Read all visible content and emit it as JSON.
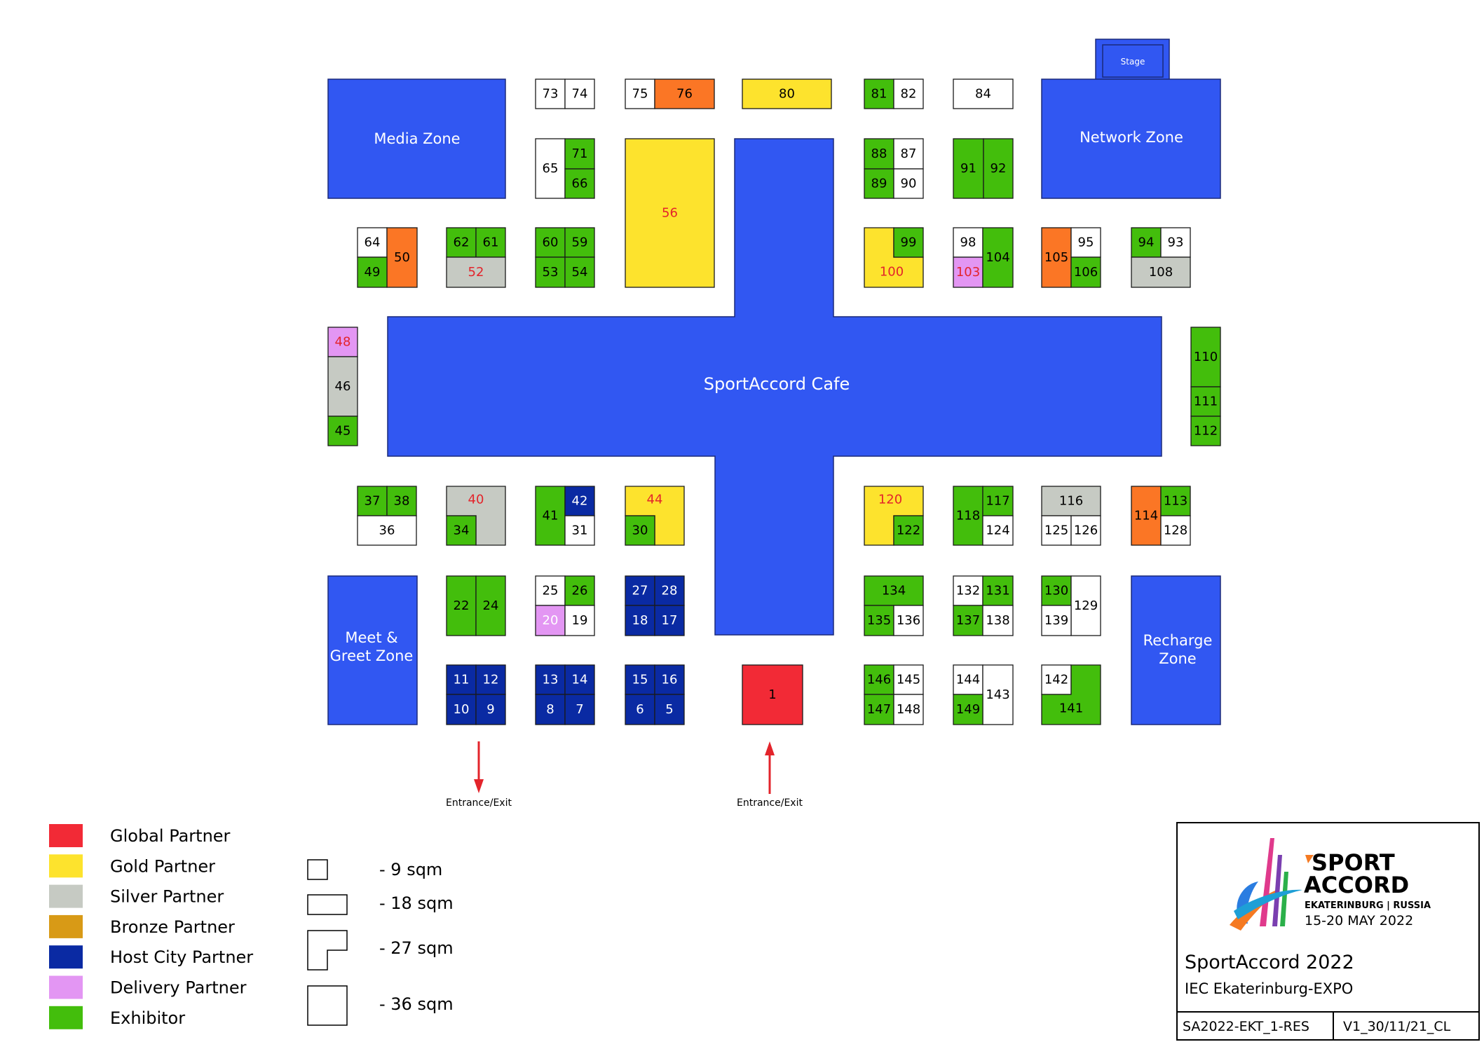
{
  "colors": {
    "global": "#f22a36",
    "gold": "#fde32d",
    "silver": "#c6cac3",
    "bronze": "#d89a16",
    "host": "#0a2aa3",
    "delivery": "#e396f3",
    "exhibitor": "#43be0c",
    "zone": "#3157f2",
    "orange": "#fb7625",
    "white": "#ffffff"
  },
  "zones": {
    "media": "Media Zone",
    "network": "Network Zone",
    "stage": "Stage",
    "cafe": "SportAccord Cafe",
    "meet_line1": "Meet &",
    "meet_line2": "Greet Zone",
    "recharge_line1": "Recharge",
    "recharge_line2": "Zone"
  },
  "entrances": [
    "Entrance/Exit",
    "Entrance/Exit"
  ],
  "legend": {
    "categories": [
      {
        "label": "Global Partner",
        "color": "#f22a36"
      },
      {
        "label": "Gold Partner",
        "color": "#fde32d"
      },
      {
        "label": "Silver Partner",
        "color": "#c6cac3"
      },
      {
        "label": "Bronze Partner",
        "color": "#d89a16"
      },
      {
        "label": "Host City Partner",
        "color": "#0a2aa3"
      },
      {
        "label": "Delivery Partner",
        "color": "#e396f3"
      },
      {
        "label": "Exhibitor",
        "color": "#43be0c"
      }
    ],
    "sizes": [
      "- 9 sqm",
      "- 18 sqm",
      "- 27 sqm",
      "- 36 sqm"
    ]
  },
  "title_block": {
    "logo": {
      "line1": "SPORT",
      "line2": "ACCORD",
      "line3": "EKATERINBURG | RUSSIA",
      "line4": "15-20  MAY  2022"
    },
    "event": "SportAccord 2022",
    "venue": "IEC Ekaterinburg-EXPO",
    "code": "SA2022-EKT_1-RES",
    "version": "V1_30/11/21_CL"
  },
  "booths": [
    {
      "n": "73",
      "c": "white"
    },
    {
      "n": "74",
      "c": "white"
    },
    {
      "n": "75",
      "c": "white"
    },
    {
      "n": "76",
      "c": "orange"
    },
    {
      "n": "80",
      "c": "gold"
    },
    {
      "n": "81",
      "c": "exhibitor"
    },
    {
      "n": "82",
      "c": "white"
    },
    {
      "n": "84",
      "c": "white"
    },
    {
      "n": "65",
      "c": "white"
    },
    {
      "n": "71",
      "c": "exhibitor"
    },
    {
      "n": "66",
      "c": "exhibitor"
    },
    {
      "n": "56",
      "c": "gold",
      "t": "red"
    },
    {
      "n": "88",
      "c": "exhibitor"
    },
    {
      "n": "87",
      "c": "white"
    },
    {
      "n": "89",
      "c": "exhibitor"
    },
    {
      "n": "90",
      "c": "white"
    },
    {
      "n": "91",
      "c": "exhibitor"
    },
    {
      "n": "92",
      "c": "exhibitor"
    },
    {
      "n": "64",
      "c": "white"
    },
    {
      "n": "50",
      "c": "orange"
    },
    {
      "n": "49",
      "c": "exhibitor"
    },
    {
      "n": "62",
      "c": "exhibitor"
    },
    {
      "n": "61",
      "c": "exhibitor"
    },
    {
      "n": "52",
      "c": "silver",
      "t": "red"
    },
    {
      "n": "60",
      "c": "exhibitor"
    },
    {
      "n": "59",
      "c": "exhibitor"
    },
    {
      "n": "53",
      "c": "exhibitor"
    },
    {
      "n": "54",
      "c": "exhibitor"
    },
    {
      "n": "100",
      "c": "gold",
      "t": "red"
    },
    {
      "n": "99",
      "c": "exhibitor"
    },
    {
      "n": "98",
      "c": "white"
    },
    {
      "n": "103",
      "c": "delivery",
      "t": "red"
    },
    {
      "n": "104",
      "c": "exhibitor"
    },
    {
      "n": "105",
      "c": "orange"
    },
    {
      "n": "95",
      "c": "white"
    },
    {
      "n": "106",
      "c": "exhibitor"
    },
    {
      "n": "94",
      "c": "exhibitor"
    },
    {
      "n": "93",
      "c": "white"
    },
    {
      "n": "108",
      "c": "silver"
    },
    {
      "n": "48",
      "c": "delivery",
      "t": "red"
    },
    {
      "n": "46",
      "c": "silver"
    },
    {
      "n": "45",
      "c": "exhibitor"
    },
    {
      "n": "110",
      "c": "exhibitor"
    },
    {
      "n": "111",
      "c": "exhibitor"
    },
    {
      "n": "112",
      "c": "exhibitor"
    },
    {
      "n": "37",
      "c": "exhibitor"
    },
    {
      "n": "38",
      "c": "exhibitor"
    },
    {
      "n": "36",
      "c": "white"
    },
    {
      "n": "40",
      "c": "silver",
      "t": "red"
    },
    {
      "n": "34",
      "c": "exhibitor"
    },
    {
      "n": "41",
      "c": "exhibitor"
    },
    {
      "n": "42",
      "c": "host",
      "t": "white"
    },
    {
      "n": "31",
      "c": "white"
    },
    {
      "n": "44",
      "c": "gold",
      "t": "red"
    },
    {
      "n": "30",
      "c": "exhibitor"
    },
    {
      "n": "120",
      "c": "gold",
      "t": "red"
    },
    {
      "n": "122",
      "c": "exhibitor"
    },
    {
      "n": "118",
      "c": "exhibitor"
    },
    {
      "n": "117",
      "c": "exhibitor"
    },
    {
      "n": "124",
      "c": "white"
    },
    {
      "n": "116",
      "c": "silver"
    },
    {
      "n": "125",
      "c": "white"
    },
    {
      "n": "126",
      "c": "white"
    },
    {
      "n": "114",
      "c": "orange"
    },
    {
      "n": "113",
      "c": "exhibitor"
    },
    {
      "n": "128",
      "c": "white"
    },
    {
      "n": "22",
      "c": "exhibitor"
    },
    {
      "n": "24",
      "c": "exhibitor"
    },
    {
      "n": "25",
      "c": "white"
    },
    {
      "n": "26",
      "c": "exhibitor"
    },
    {
      "n": "20",
      "c": "delivery",
      "t": "white"
    },
    {
      "n": "19",
      "c": "white"
    },
    {
      "n": "27",
      "c": "host",
      "t": "white"
    },
    {
      "n": "28",
      "c": "host",
      "t": "white"
    },
    {
      "n": "18",
      "c": "host",
      "t": "white"
    },
    {
      "n": "17",
      "c": "host",
      "t": "white"
    },
    {
      "n": "134",
      "c": "exhibitor"
    },
    {
      "n": "135",
      "c": "exhibitor"
    },
    {
      "n": "136",
      "c": "white"
    },
    {
      "n": "132",
      "c": "white"
    },
    {
      "n": "131",
      "c": "exhibitor"
    },
    {
      "n": "137",
      "c": "exhibitor"
    },
    {
      "n": "138",
      "c": "white"
    },
    {
      "n": "130",
      "c": "exhibitor"
    },
    {
      "n": "129",
      "c": "white"
    },
    {
      "n": "139",
      "c": "white"
    },
    {
      "n": "11",
      "c": "host",
      "t": "white"
    },
    {
      "n": "12",
      "c": "host",
      "t": "white"
    },
    {
      "n": "10",
      "c": "host",
      "t": "white"
    },
    {
      "n": "9",
      "c": "host",
      "t": "white"
    },
    {
      "n": "13",
      "c": "host",
      "t": "white"
    },
    {
      "n": "14",
      "c": "host",
      "t": "white"
    },
    {
      "n": "8",
      "c": "host",
      "t": "white"
    },
    {
      "n": "7",
      "c": "host",
      "t": "white"
    },
    {
      "n": "15",
      "c": "host",
      "t": "white"
    },
    {
      "n": "16",
      "c": "host",
      "t": "white"
    },
    {
      "n": "6",
      "c": "host",
      "t": "white"
    },
    {
      "n": "5",
      "c": "host",
      "t": "white"
    },
    {
      "n": "1",
      "c": "global"
    },
    {
      "n": "146",
      "c": "exhibitor"
    },
    {
      "n": "145",
      "c": "white"
    },
    {
      "n": "147",
      "c": "exhibitor"
    },
    {
      "n": "148",
      "c": "white"
    },
    {
      "n": "144",
      "c": "white"
    },
    {
      "n": "143",
      "c": "white"
    },
    {
      "n": "149",
      "c": "exhibitor"
    },
    {
      "n": "142",
      "c": "white"
    },
    {
      "n": "141",
      "c": "exhibitor"
    }
  ]
}
